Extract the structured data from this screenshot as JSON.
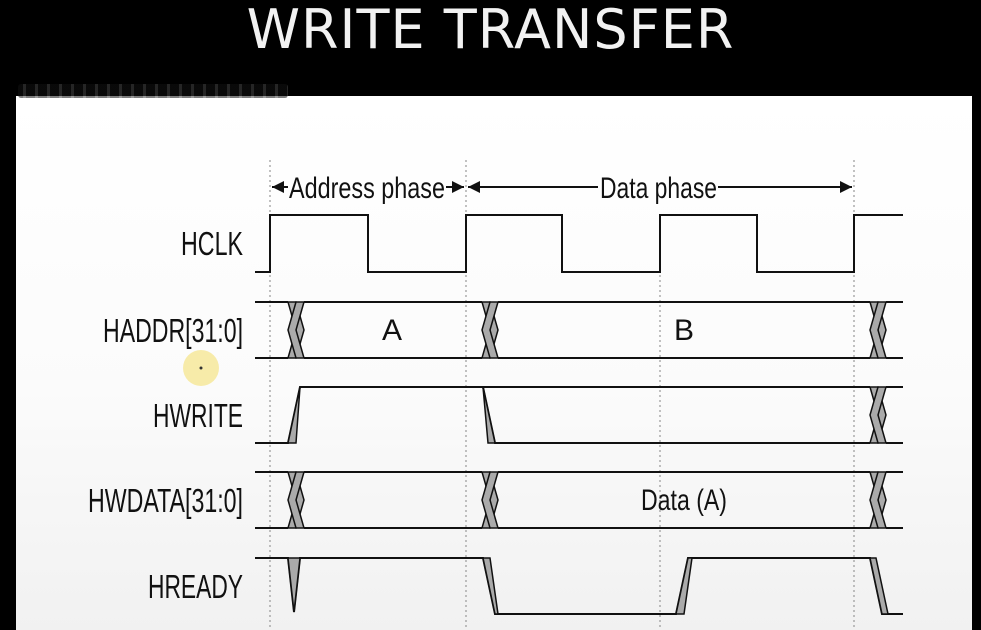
{
  "title": "WRITE TRANSFER",
  "phases": {
    "address": "Address phase",
    "data": "Data phase"
  },
  "signals": {
    "hclk": "HCLK",
    "haddr": "HADDR[31:0]",
    "hwrite": "HWRITE",
    "hwdata": "HWDATA[31:0]",
    "hready": "HREADY"
  },
  "values": {
    "haddr_a": "A",
    "haddr_b": "B",
    "hwdata_a": "Data (A)"
  },
  "colors": {
    "background": "#000000",
    "slide": "#ffffff",
    "transition_fill": "#aaaaaa",
    "pointer": "#f6e58d"
  }
}
